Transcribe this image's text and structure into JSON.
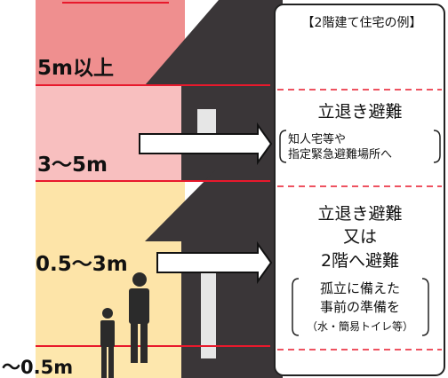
{
  "colors": {
    "zone_top": "#ef8f8f",
    "zone_upper": "#f8bfbf",
    "zone_lower": "#fde4a8",
    "zone_bottom": "#fde7ad",
    "red_line": "#e8192c",
    "house": "#3a3638",
    "window": "#e6e6e6",
    "person": "#2b2b2b"
  },
  "depth_labels": {
    "level_5m_plus": "5m以上",
    "level_3_5m": "3～5m",
    "level_05_3m": "0.5～3m",
    "level_0_05m": "～0.5m"
  },
  "panel": {
    "header": "【2階建て住宅の例】",
    "upper_action": "立退き避難",
    "upper_note_line1": "知人宅等や",
    "upper_note_line2": "指定緊急避難場所へ",
    "lower_action_line1": "立退き避難",
    "lower_action_line2": "又は",
    "lower_action_line3": "2階へ避難",
    "lower_note_line1": "孤立に備えた",
    "lower_note_line2": "事前の準備を",
    "lower_note_line3": "（水・簡易トイレ等）"
  }
}
